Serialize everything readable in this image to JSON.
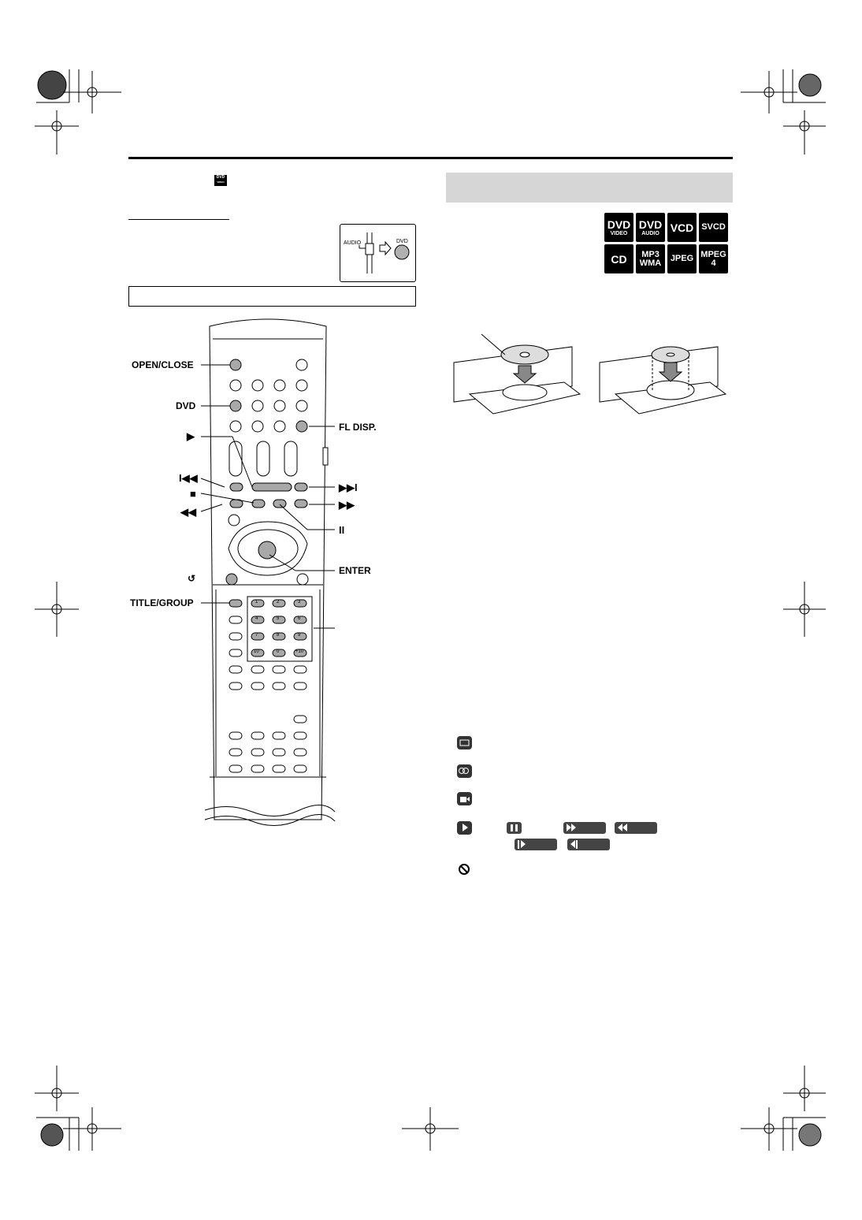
{
  "dvd_badge": {
    "line1": "DVD",
    "line2": "VIDEO"
  },
  "switch_diagram": {
    "audio_label": "AUDIO",
    "dvd_label": "DVD"
  },
  "formats": [
    {
      "line1": "DVD",
      "line2": "VIDEO"
    },
    {
      "line1": "DVD",
      "line2": "AUDIO"
    },
    {
      "line1": "VCD",
      "line2": ""
    },
    {
      "line1": "SVCD",
      "line2": ""
    },
    {
      "line1": "CD",
      "line2": ""
    },
    {
      "line1": "MP3",
      "line2": "WMA"
    },
    {
      "line1": "JPEG",
      "line2": ""
    },
    {
      "line1": "MPEG",
      "line2": "4"
    }
  ],
  "remote_labels": {
    "open_close": "OPEN/CLOSE",
    "dvd": "DVD",
    "fl_disp": "FL DISP.",
    "play": "▶",
    "prev": "I◀◀",
    "next": "▶▶I",
    "stop": "■",
    "rewind": "◀◀",
    "fast_forward": "▶▶",
    "pause": "II",
    "enter": "ENTER",
    "return": "↺",
    "title_group": "TITLE/GROUP"
  },
  "numeric_keys": [
    "1",
    "2",
    "3",
    "4",
    "5",
    "6",
    "7",
    "8",
    "9",
    "10",
    "0",
    "+10"
  ],
  "colors": {
    "accent_bar": "#d6d6d6",
    "format_bg": "#000000",
    "button_grey": "#a8a8a8"
  }
}
